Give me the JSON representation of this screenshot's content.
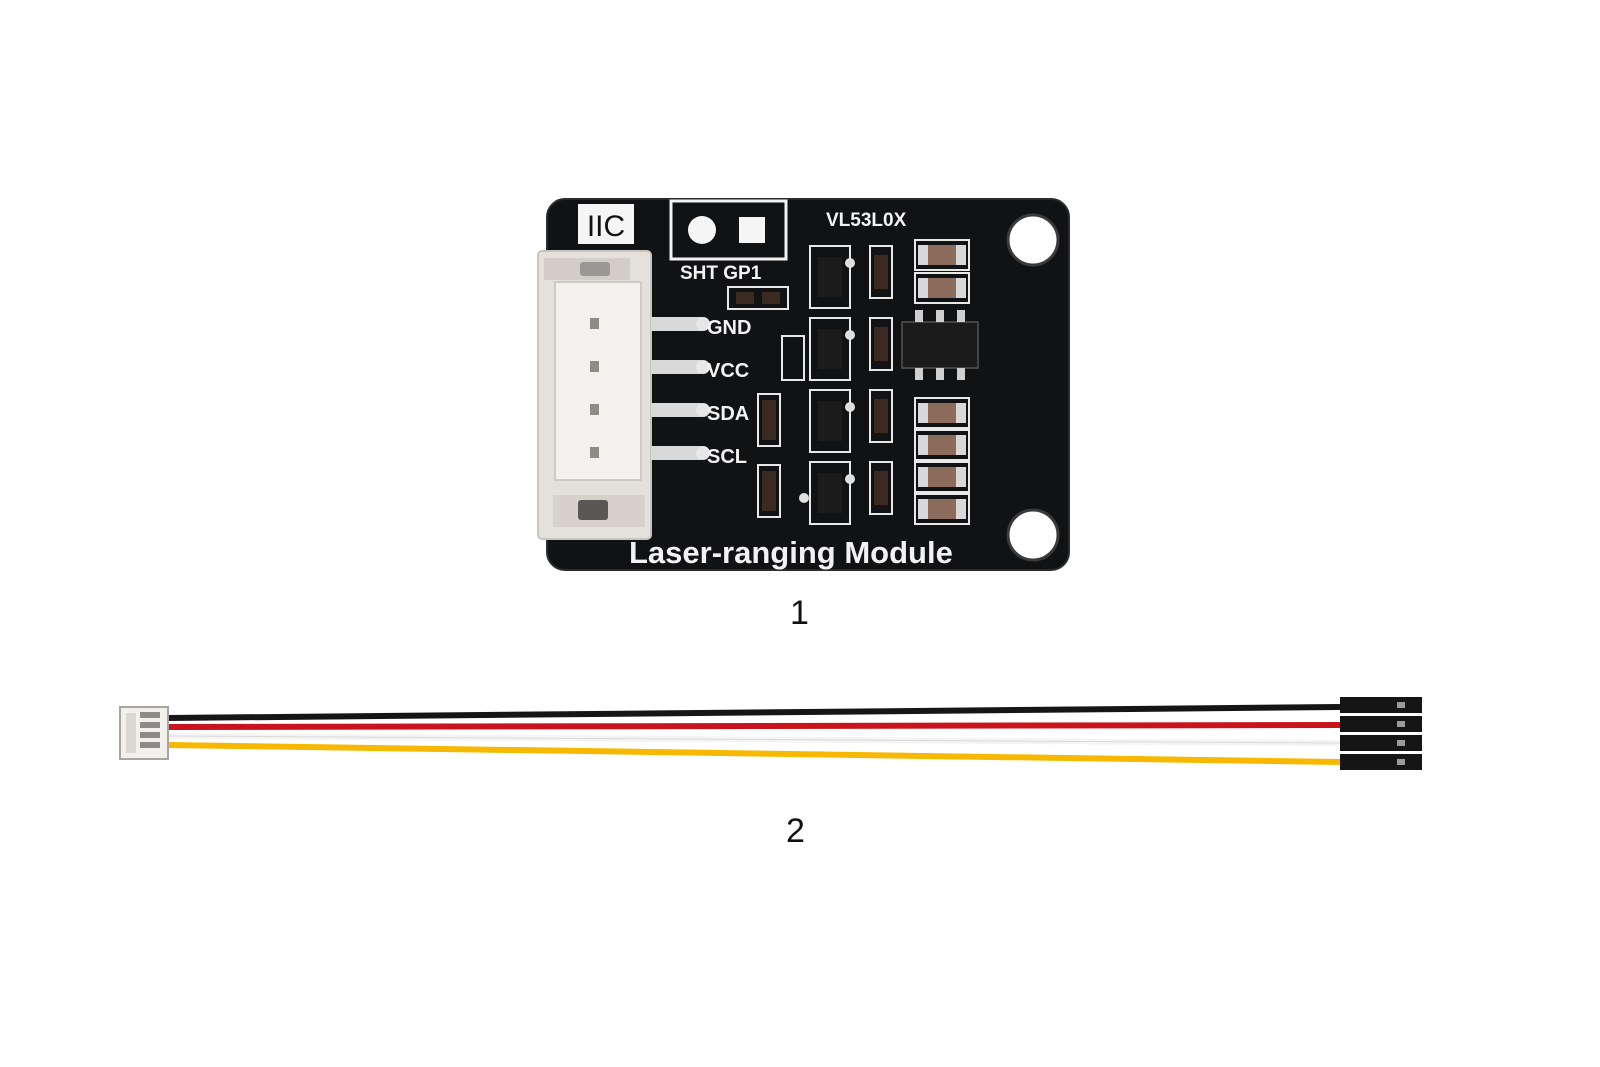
{
  "module": {
    "iic_label": "IIC",
    "jumper_label": "SHT GP1",
    "chip_label": "VL53L0X",
    "pins": [
      "GND",
      "VCC",
      "SDA",
      "SCL"
    ],
    "title": "Laser-ranging Module",
    "caption": "1"
  },
  "cable": {
    "wire_colors": [
      "#161616",
      "#c8141a",
      "#f4f4f4",
      "#f6b800"
    ],
    "caption": "2"
  }
}
